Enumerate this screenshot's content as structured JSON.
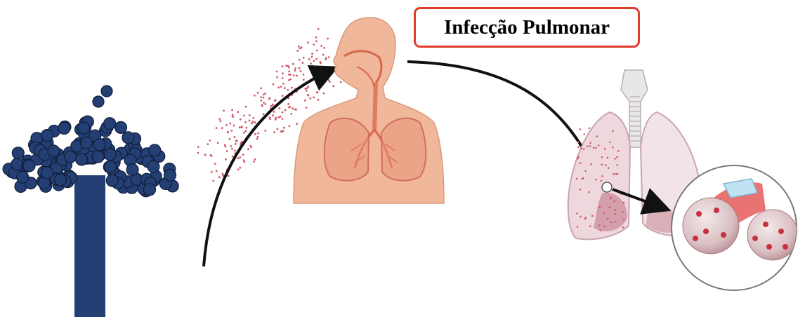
{
  "title": "Infecção Pulmonar",
  "colors": {
    "fungus": "#243f73",
    "skin": "#f0b79a",
    "airway": "#e06a50",
    "lung": "#efd8dd",
    "spores": "#cf5a68",
    "title_border": "#e53b2b",
    "arrow": "#111111"
  },
  "elements": [
    "conidiophore",
    "spore-cloud",
    "human-silhouette",
    "respiratory-tract",
    "infected-lungs",
    "alveoli-magnification",
    "inhalation-arrow",
    "to-lungs-arrow",
    "zoom-arrow"
  ]
}
